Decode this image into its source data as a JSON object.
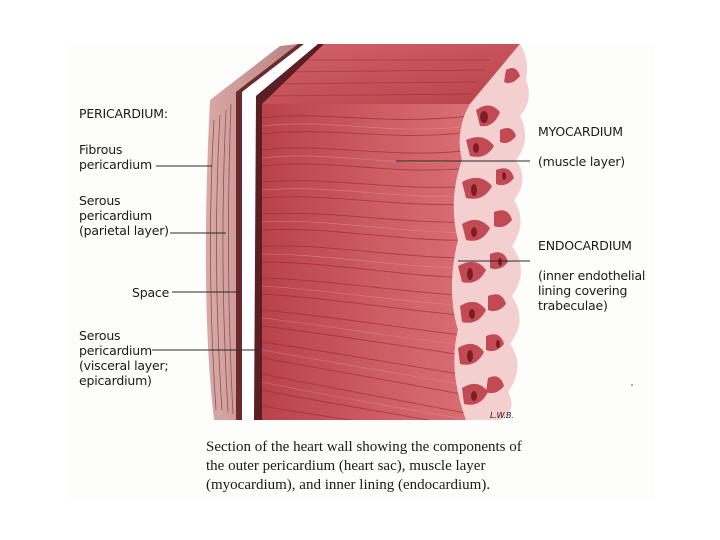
{
  "labels": {
    "pericardium_heading": "PERICARDIUM:",
    "fibrous": "Fibrous\npericardium",
    "serous_parietal": "Serous\npericardium\n(parietal layer)",
    "space": "Space",
    "serous_visceral": "Serous\npericardium\n(visceral layer;\nepicardium)",
    "myocardium_title": "MYOCARDIUM",
    "myocardium_desc": "(muscle layer)",
    "endocardium_title": "ENDOCARDIUM",
    "endocardium_desc": "(inner endothelial\nlining covering\ntrabeculae)",
    "signature": "L.W.B."
  },
  "caption": {
    "line1": "Section of the heart wall showing the components of",
    "line2": "the outer pericardium (heart sac), muscle layer",
    "line3": "(myocardium), and inner lining (endocardium)."
  },
  "colors": {
    "muscle": "#c8545c",
    "muscle_dark": "#a8343e",
    "muscle_light": "#e08c90",
    "endocardium": "#f2c6c6",
    "line": "#2a2a2a"
  }
}
